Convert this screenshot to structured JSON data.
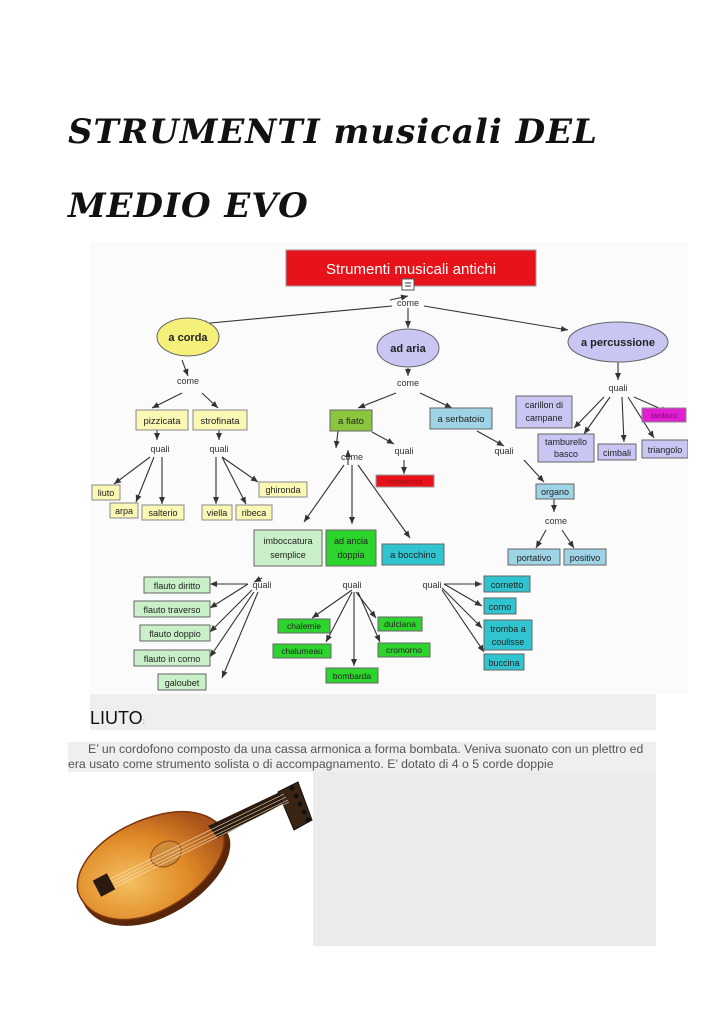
{
  "page": {
    "title_line1": "STRUMENTI musicali DEL",
    "title_line2": "MEDIO EVO"
  },
  "diagram": {
    "root": "Strumenti musicali antichi",
    "root_link": "come",
    "a_corda": "a corda",
    "ad_aria": "ad aria",
    "a_percussione": "a percussione",
    "link_corda": "come",
    "link_aria": "come",
    "link_percussione": "quali",
    "pizzicata": "pizzicata",
    "strofinata": "strofinata",
    "link_pizzicata": "quali",
    "link_strofinata": "quali",
    "liuto": "liuto",
    "arpa": "arpa",
    "salterio": "salterio",
    "viella": "viella",
    "ribeca": "ribeca",
    "ghironda": "ghironda",
    "a_fiato": "a fiato",
    "a_serbatoio": "a serbatoio",
    "link_fiato_quali": "quali",
    "link_serbatoio": "quali",
    "cornamusa": "cornamusa",
    "link_fiato_come": "come",
    "organo": "organo",
    "link_organo": "come",
    "portativo": "portativo",
    "positivo": "positivo",
    "imboccatura_l1": "imboccatura",
    "imboccatura_l2": "semplice",
    "ancia_l1": "ad ancia",
    "ancia_l2": "doppia",
    "a_bocchino": "a bocchino",
    "link_imb": "quali",
    "link_ancia": "quali",
    "link_bocchino": "quali",
    "flauto_diritto": "flauto diritto",
    "flauto_traverso": "flauto traverso",
    "flauto_doppio": "flauto doppio",
    "flauto_corno": "flauto in corno",
    "galoubet": "galoubet",
    "chalemie": "chalemie",
    "chalumeau": "chalumeau",
    "bombarda": "bombarda",
    "dulciana": "dulciana",
    "cromorno": "cromorno",
    "cornetto": "cornetto",
    "corno": "corno",
    "tromba_l1": "tromba a",
    "tromba_l2": "coulisse",
    "buccina": "buccina",
    "carillon_l1": "carillon di",
    "carillon_l2": "campane",
    "tamburello_l1": "tamburello",
    "tamburello_l2": "basco",
    "cimbali": "cimbali",
    "triangolo": "triangolo",
    "tamburo": "tamburo",
    "colors": {
      "root": "#e8121a",
      "level1": "#f5f07a",
      "string_box": "#fbf7b4",
      "wind_green": "#8cc63f",
      "wind_blue": "#9fd4e6",
      "perc_box": "#c9c6f4",
      "bright_green": "#2dd42d",
      "cyan": "#2fc4cf",
      "magenta": "#e020d0"
    }
  },
  "section": {
    "heading": "LIUTO",
    "heading_suffix": ":",
    "paragraph": "E’ un cordofono composto da una cassa armonica a forma bombata. Veniva suonato con un plettro ed era usato come strumento solista o di accompagnamento. E’ dotato di 4 o 5 corde doppie"
  }
}
